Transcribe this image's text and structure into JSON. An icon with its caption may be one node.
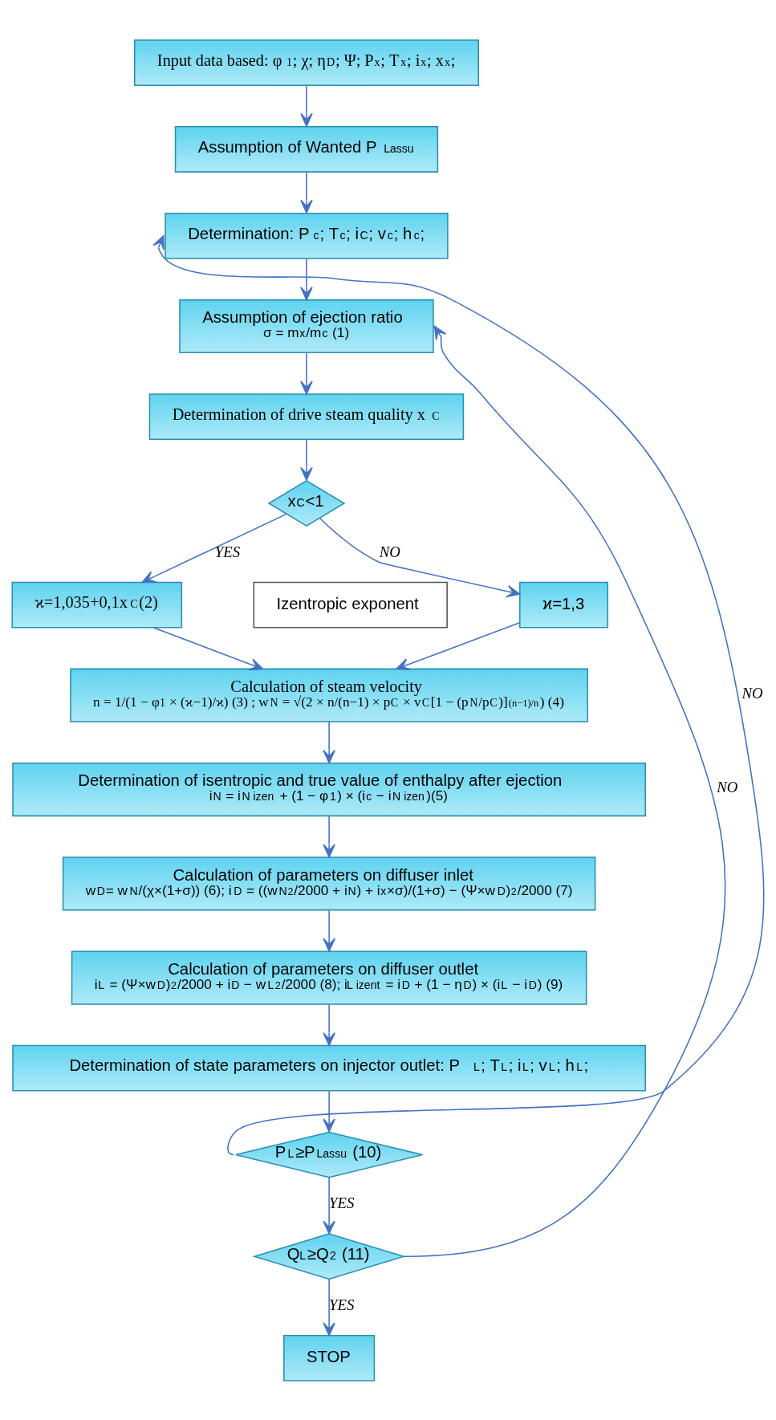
{
  "diagram": {
    "nodes": [
      {
        "text": [
          "Input data based: φ$_{1}$; χ; η$_{D}$; Ψ; P$_{x}$; T$_{x}$; i$_{x}$; x$_{x}$;"
        ]
      },
      {
        "text": [
          "Assumption of Wanted P$_{Lassu}$"
        ]
      },
      {
        "text": [
          "Determination: P$_{c}$; T$_{c}$; i$_{C}$; v$_{c}$; h$_{c}$;"
        ]
      },
      {
        "text": [
          "Assumption of ejection ratio",
          "σ = m$_{x}$/m$_{c}$ (1)"
        ]
      },
      {
        "text": [
          "Determination of drive steam quality x$_{C}$"
        ]
      },
      {
        "text": [
          "x$_{C}$<1"
        ]
      },
      {
        "text": [
          "ϰ=1,035+0,1x$_{C}$(2)"
        ]
      },
      {
        "text": [
          "Izentropic exponent"
        ]
      },
      {
        "text": [
          "ϰ=1,3"
        ]
      },
      {
        "text": [
          "Calculation of steam velocity",
          "n = 1/(1 − φ$_{1}$ × (ϰ−1)/ϰ) (3) ; w$_{N}$ = √(2 × n/(n−1) × p$_{C}$ × v$_{C}$[1 − (p$_{N}$/p$_{C}$)]$^{(n−1)/n}$) (4)"
        ]
      },
      {
        "text": [
          "Determination of isentropic and true value of enthalpy after ejection",
          "i$_{N}$ = i$_{N izen}$ + (1 − φ$_{1}$) × (i$_{c}$ − i$_{N izen}$)(5)"
        ]
      },
      {
        "text": [
          "Calculation of parameters on diffuser inlet",
          "w$_{D}$= w$_{N}$/(χ×(1+σ)) (6); i$_{D}$ = ((w$_{N}$$^{2}$/2000 + i$_{N}$) + i$_{x}$×σ)/(1+σ) − (Ψ×w$_{D}$)$^{2}$/2000 (7)"
        ]
      },
      {
        "text": [
          "Calculation of parameters on diffuser outlet",
          "i$_{L}$ = (Ψ×w$_{D}$)$^{2}$/2000 + i$_{D}$ − w$_{L}$$^{2}$/2000 (8); i$_{L izent}$ = i$_{D}$ + (1 − η$_{D}$) × (i$_{L}$ − i$_{D}$) (9)"
        ]
      },
      {
        "text": [
          "Determination of state parameters on injector outlet: P$_{L}$; T$_{L}$; i$_{L}$; v$_{L}$; h$_{L}$;"
        ]
      },
      {
        "text": [
          "P$_{L}$≥P$_{Lassu}$ (10)"
        ]
      },
      {
        "text": [
          "Q$_{L}$≥Q$_{2}$ (11)"
        ]
      },
      {
        "text": [
          "STOP"
        ]
      }
    ],
    "edges": [
      {
        "from": 0,
        "to": 1,
        "arrow": "to"
      },
      {
        "from": 1,
        "to": 2,
        "arrow": "to"
      },
      {
        "from": 14,
        "to": 2,
        "arrow": "to",
        "label": "NO"
      },
      {
        "from": 2,
        "to": 3,
        "arrow": "to"
      },
      {
        "from": 15,
        "to": 3,
        "arrow": "to",
        "label": "NO"
      },
      {
        "from": 3,
        "to": 4,
        "arrow": "to"
      },
      {
        "from": 4,
        "to": 5,
        "arrow": "to"
      },
      {
        "from": 5,
        "to": 6,
        "arrow": "to",
        "label": "YES"
      },
      {
        "from": 5,
        "to": 8,
        "arrow": "to",
        "label": "NO"
      },
      {
        "from": 6,
        "to": 9,
        "arrow": "to"
      },
      {
        "from": 8,
        "to": 9,
        "arrow": "to"
      },
      {
        "from": 9,
        "to": 10,
        "arrow": "to"
      },
      {
        "from": 10,
        "to": 11,
        "arrow": "to"
      },
      {
        "from": 11,
        "to": 12,
        "arrow": "to"
      },
      {
        "from": 12,
        "to": 13,
        "arrow": "to"
      },
      {
        "from": 13,
        "to": 14,
        "arrow": "to"
      },
      {
        "from": 14,
        "to": 15,
        "arrow": "to",
        "label": "YES"
      },
      {
        "from": 15,
        "to": 16,
        "arrow": "to",
        "label": "YES"
      }
    ]
  }
}
